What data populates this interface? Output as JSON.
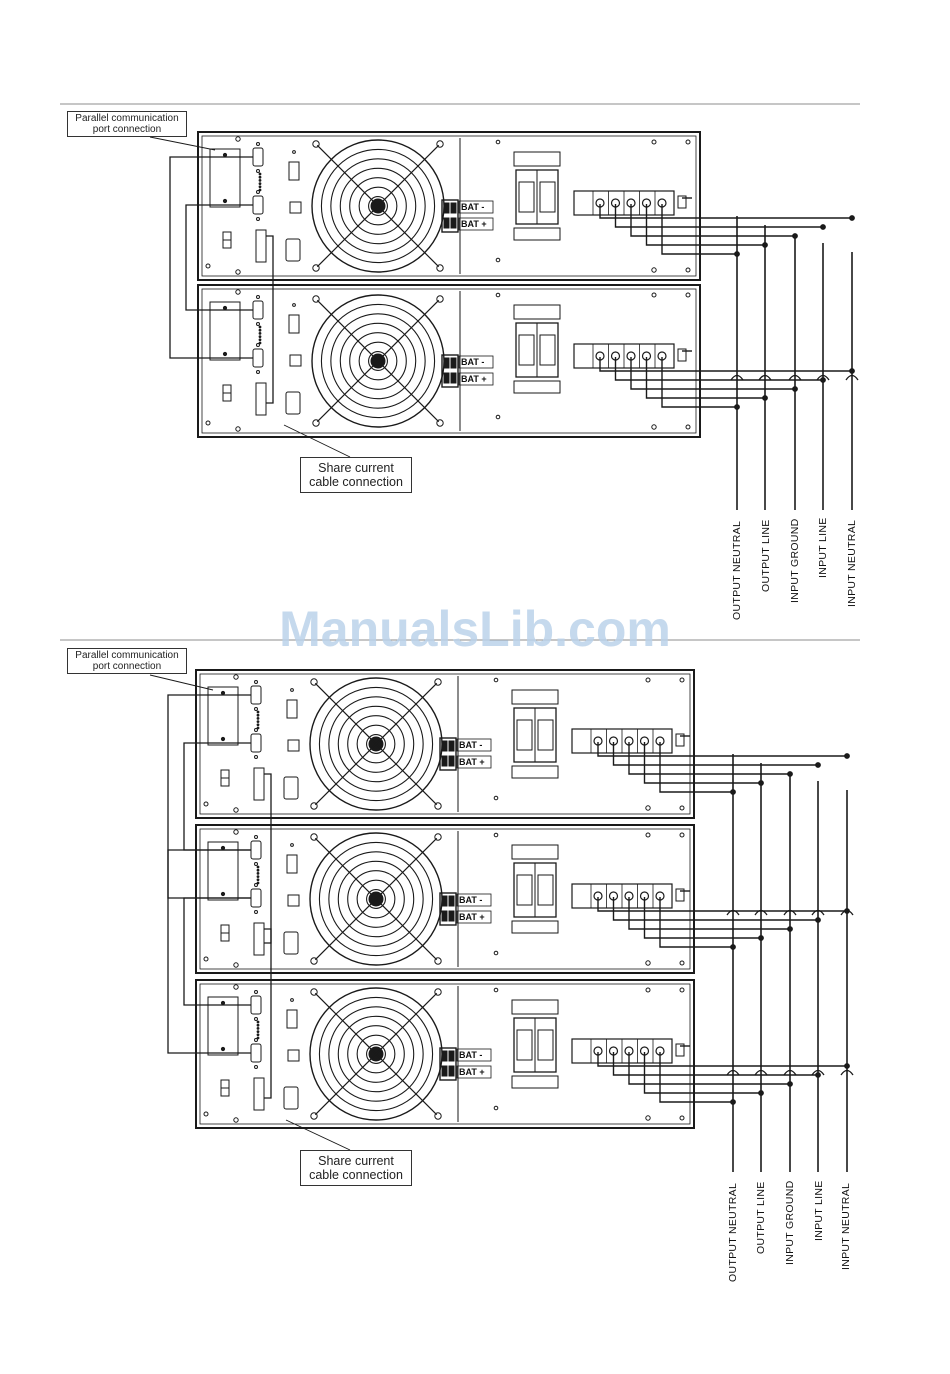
{
  "watermark": "ManualsLib.com",
  "colors": {
    "line": "#1a1a1a",
    "panel": "#ffffff",
    "watermark": "#bcd3ea"
  },
  "diagrams": [
    {
      "id": "two-unit-parallel",
      "units": 2,
      "callouts": {
        "parallel_port": [
          "Parallel communication",
          "port connection"
        ],
        "share_current": [
          "Share current",
          "cable connection"
        ]
      },
      "battery_labels": [
        "BAT -",
        "BAT +"
      ],
      "terminal_labels": [
        "OUTPUT NEUTRAL",
        "OUTPUT LINE",
        "INPUT GROUND",
        "INPUT  LINE",
        "INPUT NEUTRAL"
      ]
    },
    {
      "id": "three-unit-parallel",
      "units": 3,
      "callouts": {
        "parallel_port": [
          "Parallel communication",
          "port connection"
        ],
        "share_current": [
          "Share current",
          "cable connection"
        ]
      },
      "battery_labels": [
        "BAT -",
        "BAT +"
      ],
      "terminal_labels": [
        "OUTPUT NEUTRAL",
        "OUTPUT LINE",
        "INPUT GROUND",
        "INPUT  LINE",
        "INPUT NEUTRAL"
      ]
    }
  ]
}
